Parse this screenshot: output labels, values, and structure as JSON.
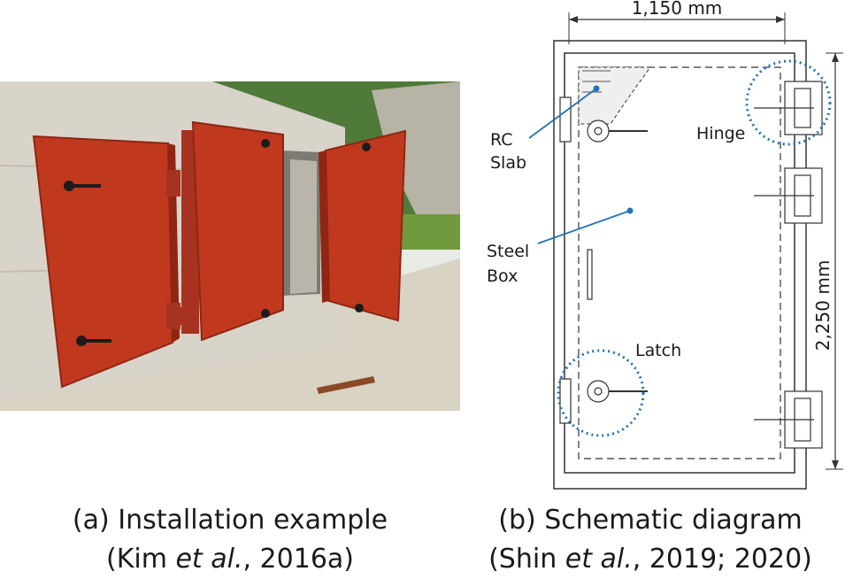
{
  "panel_a": {
    "caption_label": "(a) Installation example",
    "citation_open": "(Kim ",
    "citation_etal": "et al.",
    "citation_rest": ", 2016a)"
  },
  "panel_b": {
    "caption_label": "(b) Schematic diagram",
    "citation_open": "(Shin ",
    "citation_etal": "et al.",
    "citation_rest": ", 2019; 2020)",
    "dim_width": "1,150 mm",
    "dim_height": "2,250 mm",
    "label_rc": "RC",
    "label_slab": "Slab",
    "label_steel": "Steel",
    "label_box": "Box",
    "label_hinge": "Hinge",
    "label_latch": "Latch"
  },
  "colors": {
    "door_red": "#c0391f",
    "door_shadow": "#8f2512",
    "concrete": "#d8d4c9",
    "callout_blue": "#1f72b8",
    "line": "#333333"
  }
}
